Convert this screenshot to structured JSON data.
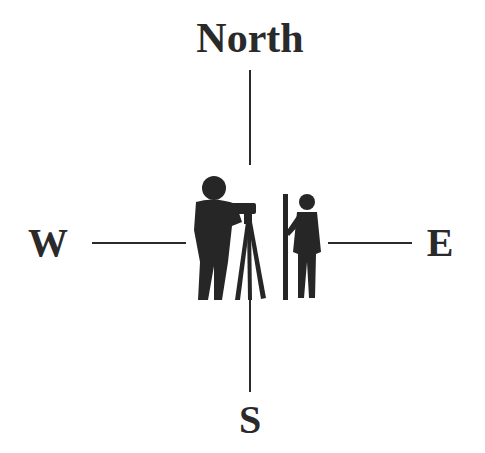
{
  "diagram": {
    "labels": [
      "North",
      "W",
      "E",
      "S"
    ]
  }
}
